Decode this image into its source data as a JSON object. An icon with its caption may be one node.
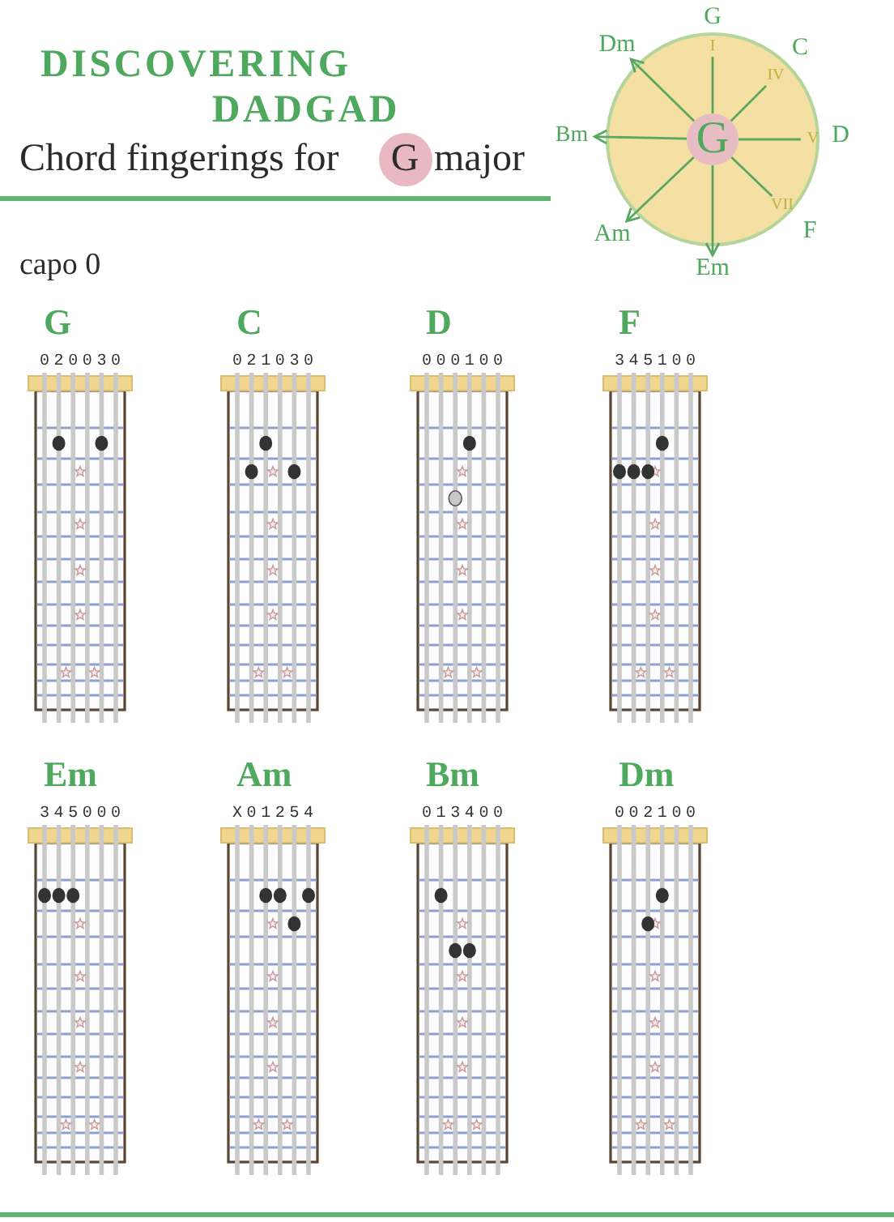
{
  "diagram": {
    "title": "DISCOVERING DADGAD",
    "nodes": [
      {
        "text": [
          "G"
        ]
      },
      {
        "text": [],
        "shape": "circle"
      },
      {
        "text": [
          "G"
        ],
        "in": 1
      },
      {
        "text": [
          "I"
        ],
        "in": 1
      },
      {
        "text": [
          "IV"
        ],
        "in": 1
      },
      {
        "text": [
          "V"
        ],
        "in": 1
      },
      {
        "text": [
          "VII"
        ],
        "in": 1
      },
      {
        "text": [
          "Dm"
        ]
      },
      {
        "text": [
          "Bm"
        ]
      },
      {
        "text": [
          "Am"
        ]
      },
      {
        "text": [
          "Em"
        ]
      },
      {
        "text": [
          "G",
          "020030"
        ]
      },
      {
        "text": [
          "C",
          "021030"
        ]
      },
      {
        "text": [
          "D",
          "000100"
        ]
      },
      {
        "text": [
          "F",
          "345100"
        ]
      },
      {
        "text": [
          "Em",
          "345000"
        ]
      },
      {
        "text": [
          "Am",
          "X01254"
        ]
      },
      {
        "text": [
          "Bm",
          "013400"
        ]
      },
      {
        "text": [
          "Dm",
          "002100"
        ]
      }
    ],
    "edges": [
      {
        "from": 2,
        "to": 3,
        "arrow": "none"
      },
      {
        "from": 2,
        "to": 4,
        "arrow": "none"
      },
      {
        "from": 2,
        "to": 5,
        "arrow": "none"
      },
      {
        "from": 2,
        "to": 6,
        "arrow": "none"
      },
      {
        "from": 2,
        "to": 7,
        "arrow": "to"
      },
      {
        "from": 2,
        "to": 8,
        "arrow": "to"
      },
      {
        "from": 2,
        "to": 9,
        "arrow": "to"
      },
      {
        "from": 2,
        "to": 10,
        "arrow": "to"
      }
    ],
    "labels": [
      "Chord fingerings for",
      "major",
      "G",
      "C",
      "D",
      "F",
      "capo 0"
    ]
  }
}
